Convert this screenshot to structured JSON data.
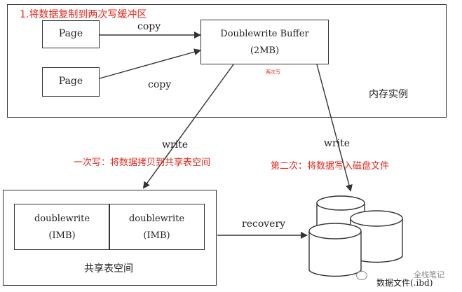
{
  "memory_instance": {
    "label": "内存实例",
    "page_1": "Page",
    "page_2": "Page",
    "copy_1": "copy",
    "copy_2": "copy",
    "buffer_title": "Doublewrite Buffer",
    "buffer_size": "(2MB)",
    "buffer_note": "两次写"
  },
  "annotations": {
    "step_1": "1.将数据复制到两次写缓冲区",
    "step_2": "一次写：将数据拷贝到共享表空间",
    "step_3": "第二次：将数据写入磁盘文件"
  },
  "arrows": {
    "write_left": "write",
    "write_right": "write",
    "recovery": "recovery"
  },
  "shared_tablespace": {
    "label": "共享表空间",
    "cell_1_title": "doublewrite",
    "cell_1_size": "(IMB)",
    "cell_2_title": "doublewrite",
    "cell_2_size": "(IMB)"
  },
  "data_files": {
    "label": "数据文件(.ibd)"
  },
  "watermark": {
    "text": "全栈笔记"
  }
}
